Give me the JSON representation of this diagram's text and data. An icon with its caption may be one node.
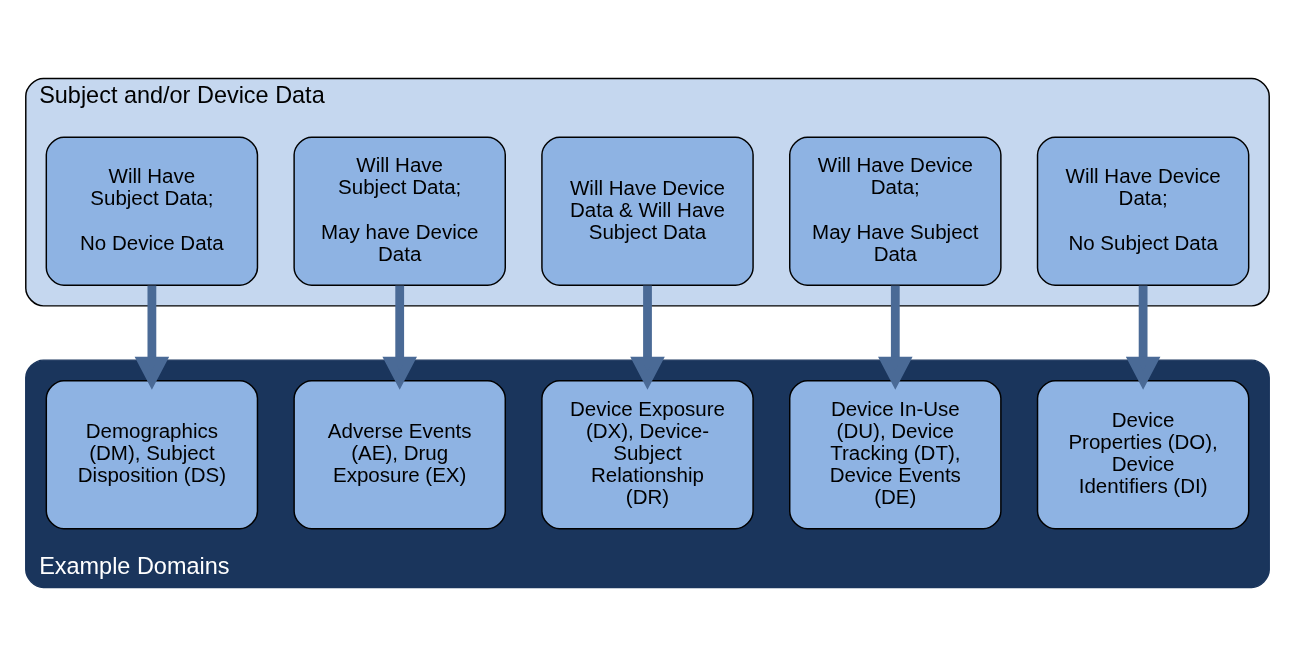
{
  "diagram": {
    "nodes": [
      {
        "text": [
          "Subject and/or Device Data"
        ]
      },
      {
        "text": [
          "Will Have Device Data;",
          "No Subject Data"
        ],
        "in": 0
      },
      {
        "text": [
          "Will Have Device Data;",
          "May Have Subject Data"
        ],
        "in": 0
      },
      {
        "text": [
          "Will Have Device Data & Will Have Subject Data"
        ],
        "in": 0
      },
      {
        "text": [
          "Will Have Subject Data;",
          "May have Device Data"
        ],
        "in": 0
      },
      {
        "text": [
          "Will Have Subject Data;",
          "No Device Data"
        ],
        "in": 0
      },
      {
        "text": [
          "Example Domains"
        ]
      },
      {
        "text": [
          "Device Properties (DO), Device Identifiers (DI)"
        ],
        "in": 6
      },
      {
        "text": [
          "Device In-Use (DU), Device Tracking (DT), Device Events (DE)"
        ],
        "in": 6
      },
      {
        "text": [
          "Device Exposure (DX), Device-Subject Relationship (DR)"
        ],
        "in": 6
      },
      {
        "text": [
          "Adverse Events (AE), Drug Exposure (EX)"
        ],
        "in": 6
      },
      {
        "text": [
          "Demographics (DM), Subject Disposition (DS)"
        ],
        "in": 6
      }
    ],
    "edges": [
      {
        "from": 1,
        "to": 7,
        "arrow": "to"
      },
      {
        "from": 2,
        "to": 8,
        "arrow": "to"
      },
      {
        "from": 3,
        "to": 9,
        "arrow": "to"
      },
      {
        "from": 4,
        "to": 10,
        "arrow": "to"
      },
      {
        "from": 5,
        "to": 11,
        "arrow": "to"
      }
    ]
  }
}
